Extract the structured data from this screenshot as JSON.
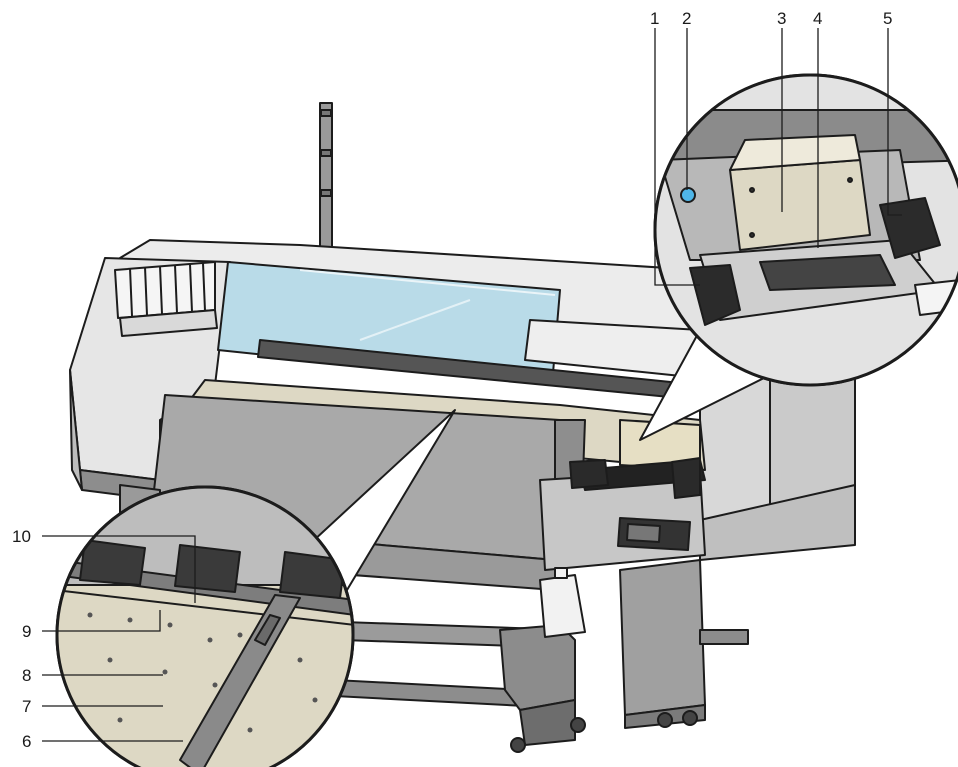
{
  "figure": {
    "callouts": [
      "1",
      "2",
      "3",
      "4",
      "5",
      "6",
      "7",
      "8",
      "9",
      "10"
    ]
  },
  "colors": {
    "body_light": "#e9e9e9",
    "body_mid": "#cfcfcf",
    "body_dark": "#8f8f8f",
    "cover_gray": "#a9a9a9",
    "platen_beige": "#ddd8c4",
    "glass_blue": "#b9dbe8",
    "outline": "#1c1c1c"
  },
  "icons": {
    "ink-cartridge": "ink-cartridge-icon",
    "lcd-panel": "lcd-panel-icon",
    "roll-holder": "roll-holder-icon"
  }
}
